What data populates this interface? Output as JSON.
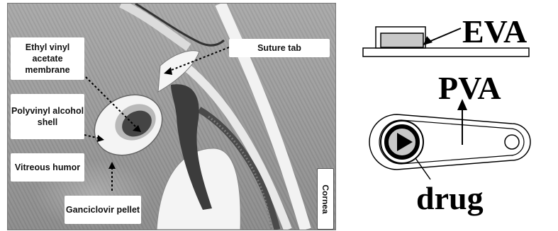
{
  "photo": {
    "labels": {
      "eva_membrane": "Ethyl vinyl acetate membrane",
      "pva_shell": "Polyvinyl alcohol shell",
      "vitreous": "Vitreous humor",
      "pellet": "Ganciclovir pellet",
      "suture_tab": "Suture tab",
      "cornea": "Cornea"
    }
  },
  "schematic": {
    "eva": "EVA",
    "pva": "PVA",
    "drug": "drug"
  }
}
